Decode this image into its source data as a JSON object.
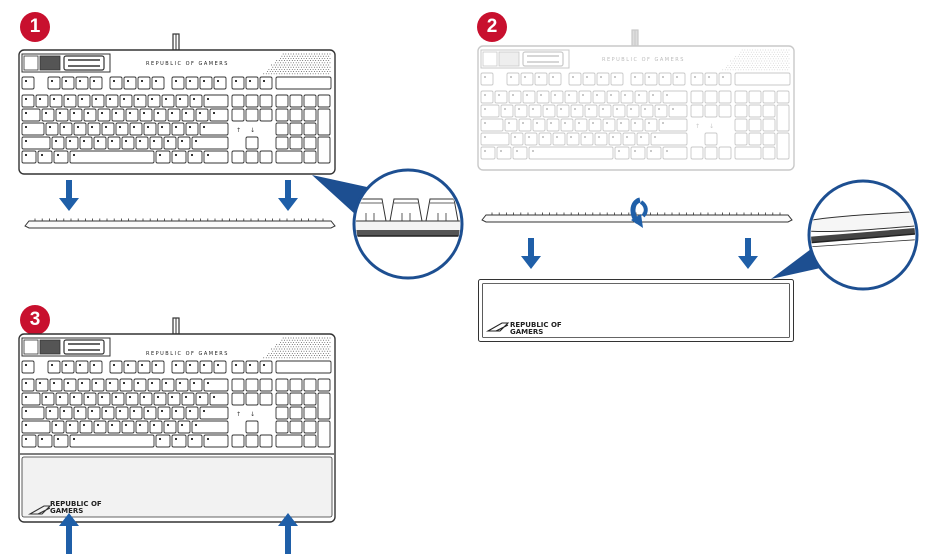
{
  "steps": [
    {
      "number": "1"
    },
    {
      "number": "2"
    },
    {
      "number": "3"
    }
  ],
  "keyboard": {
    "brand_text": "REPUBLIC OF GAMERS",
    "arrow_keys": [
      "↑",
      "↓"
    ]
  },
  "wrist_rest": {
    "logo_line1": "REPUBLIC OF",
    "logo_line2": "GAMERS"
  },
  "colors": {
    "badge": "#c8102e",
    "arrow": "#1f5fa8",
    "zoom_circle": "#1d4f91",
    "keyboard_line": "#333333",
    "keyboard_faded": "#c9c9c9"
  }
}
